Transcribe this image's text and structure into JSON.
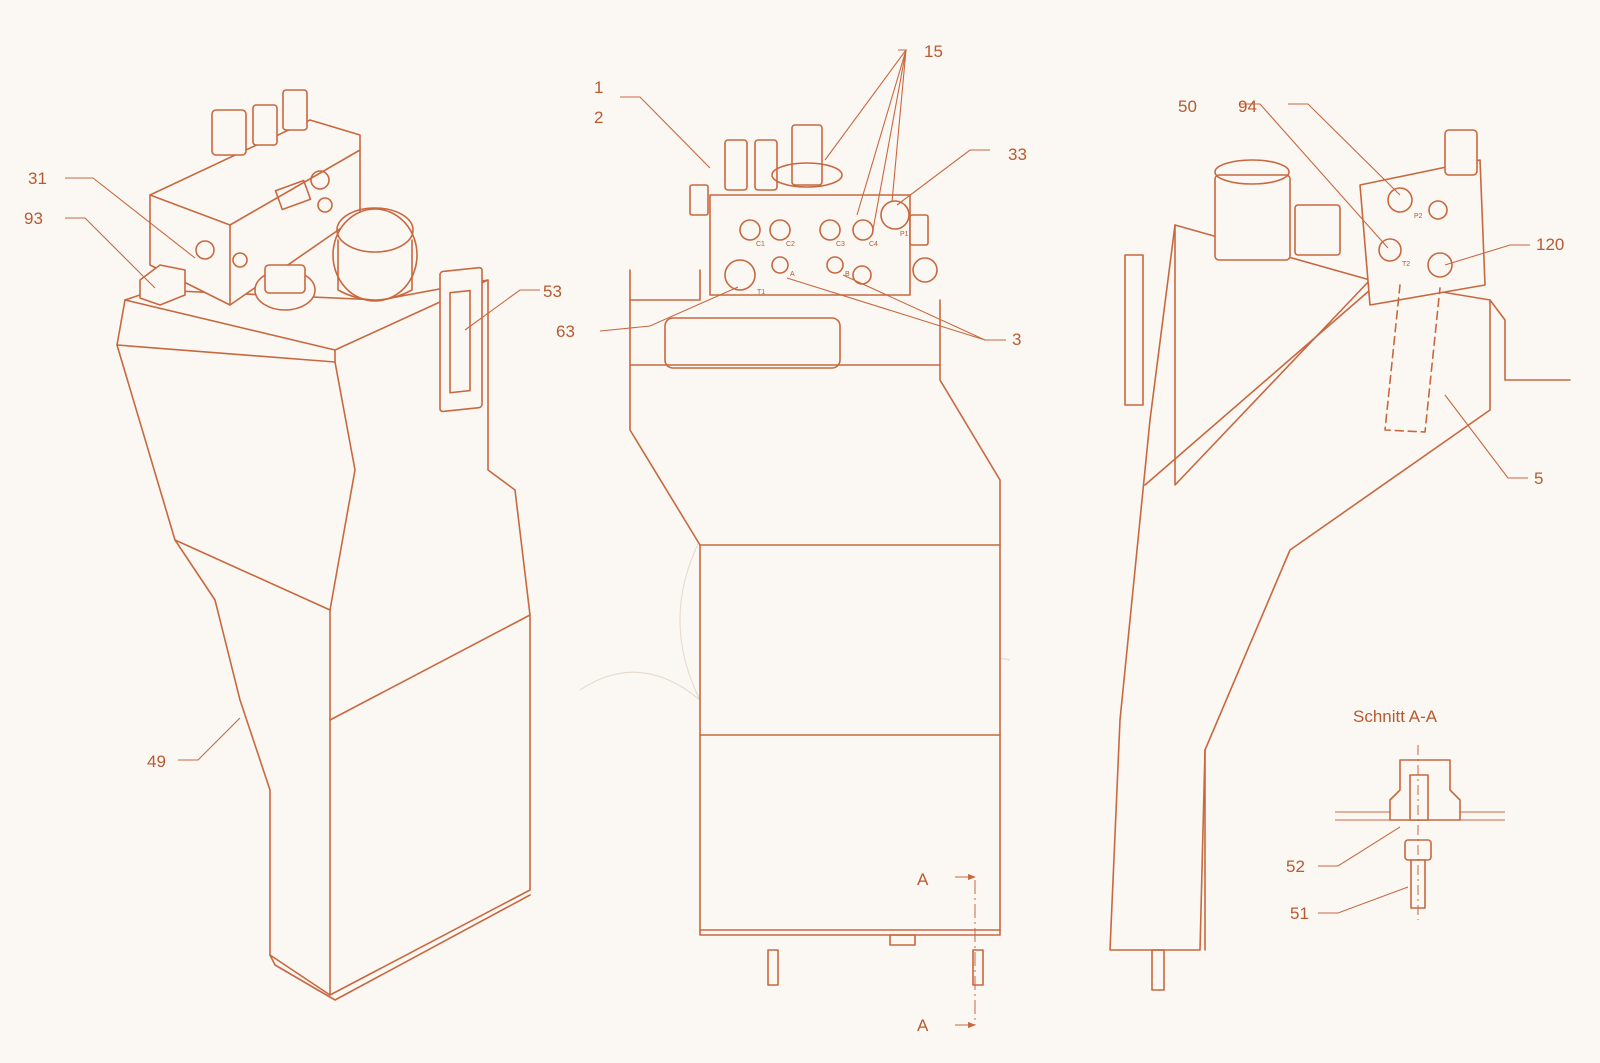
{
  "labels": {
    "n1": "1",
    "n2": "2",
    "n15": "15",
    "n33": "33",
    "n3": "3",
    "n63": "63",
    "n31": "31",
    "n93": "93",
    "n53": "53",
    "n49": "49",
    "n50": "50",
    "n94": "94",
    "n120": "120",
    "n5": "5",
    "n52": "52",
    "n51": "51"
  },
  "section": {
    "title": "Schnitt A-A",
    "marker_top": "A",
    "marker_bottom": "A"
  },
  "port_marks": [
    "C1",
    "C2",
    "C3",
    "C4",
    "P1",
    "T1",
    "A",
    "B",
    "P2",
    "T2"
  ],
  "colors": {
    "line": "#c8683f",
    "text": "#b85a30",
    "background": "#fbf8f4",
    "watermark": "#e8dcd0"
  }
}
